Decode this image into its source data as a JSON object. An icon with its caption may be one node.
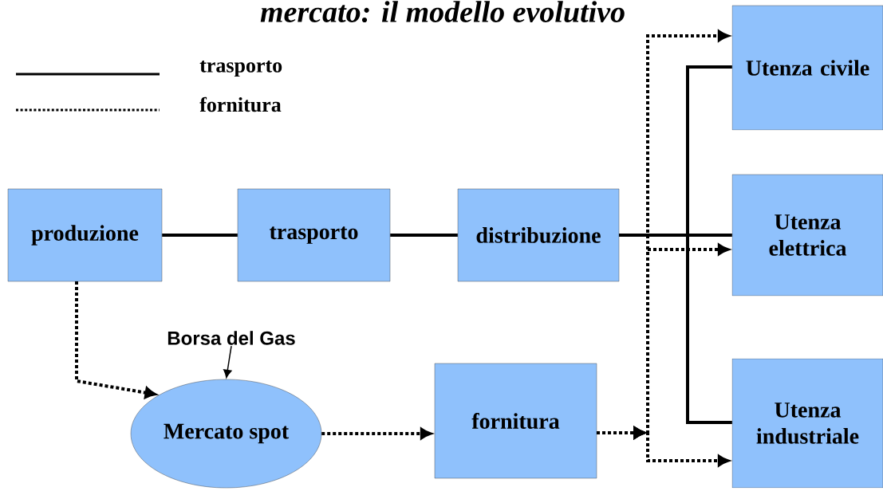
{
  "diagram": {
    "title": "mercato: il modello evolutivo",
    "nodes": [
      {
        "text": [
          "produzione"
        ]
      },
      {
        "text": [
          "trasporto"
        ]
      },
      {
        "text": [
          "distribuzione"
        ]
      },
      {
        "text": [
          "Utenza civile"
        ]
      },
      {
        "text": [
          "Utenza elettrica"
        ]
      },
      {
        "text": [
          "Utenza industriale"
        ]
      },
      {
        "text": [
          "Mercato spot"
        ]
      },
      {
        "text": [
          "fornitura"
        ]
      },
      {
        "text": [
          "Borsa del Gas"
        ]
      }
    ],
    "edges": [
      {
        "from": 0,
        "to": 1,
        "arrow": "none"
      },
      {
        "from": 1,
        "to": 2,
        "arrow": "none"
      },
      {
        "from": 2,
        "to": 3,
        "arrow": "none"
      },
      {
        "from": 2,
        "to": 4,
        "arrow": "none"
      },
      {
        "from": 2,
        "to": 5,
        "arrow": "none"
      },
      {
        "from": 0,
        "to": 6,
        "arrow": "to",
        "style": "dashed"
      },
      {
        "from": 8,
        "to": 6,
        "arrow": "to"
      },
      {
        "from": 6,
        "to": 7,
        "arrow": "to",
        "style": "dashed"
      },
      {
        "from": 7,
        "to": 3,
        "arrow": "to",
        "style": "dashed"
      },
      {
        "from": 7,
        "to": 4,
        "arrow": "to",
        "style": "dashed"
      },
      {
        "from": 7,
        "to": 5,
        "arrow": "to",
        "style": "dashed"
      }
    ],
    "legend": [
      {
        "text": "trasporto"
      },
      {
        "text": "fornitura"
      }
    ]
  }
}
